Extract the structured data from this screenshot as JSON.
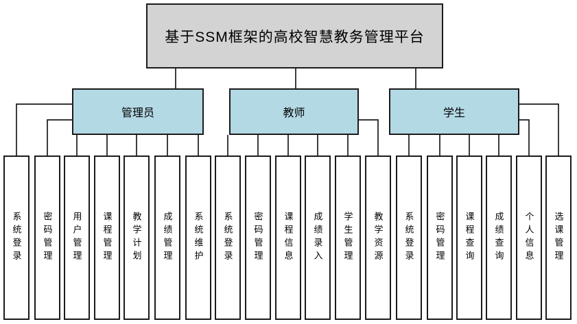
{
  "diagram": {
    "title": "基于SSM框架的高校智慧教务管理平台",
    "groups": [
      {
        "label": "管理员"
      },
      {
        "label": "教师"
      },
      {
        "label": "学生"
      }
    ],
    "leaves": [
      {
        "label": "系统登录",
        "group": "管理员"
      },
      {
        "label": "密码管理",
        "group": "管理员"
      },
      {
        "label": "用户管理",
        "group": "管理员"
      },
      {
        "label": "课程管理",
        "group": "管理员"
      },
      {
        "label": "教学计划",
        "group": "管理员"
      },
      {
        "label": "成绩管理",
        "group": "管理员"
      },
      {
        "label": "系统维护",
        "group": "管理员"
      },
      {
        "label": "系统登录",
        "group": "教师"
      },
      {
        "label": "密码管理",
        "group": "教师"
      },
      {
        "label": "课程信息",
        "group": "教师"
      },
      {
        "label": "成绩录入",
        "group": "教师"
      },
      {
        "label": "学生管理",
        "group": "教师"
      },
      {
        "label": "教学资源",
        "group": "教师"
      },
      {
        "label": "系统登录",
        "group": "学生"
      },
      {
        "label": "密码管理",
        "group": "学生"
      },
      {
        "label": "课程查询",
        "group": "学生"
      },
      {
        "label": "成绩查询",
        "group": "学生"
      },
      {
        "label": "个人信息",
        "group": "学生"
      },
      {
        "label": "选课管理",
        "group": "学生"
      }
    ],
    "colors": {
      "title_fill": "#d3d3d3",
      "group_fill": "#b3d9e5",
      "leaf_fill": "#ffffff",
      "line": "#1a1a1a"
    }
  }
}
